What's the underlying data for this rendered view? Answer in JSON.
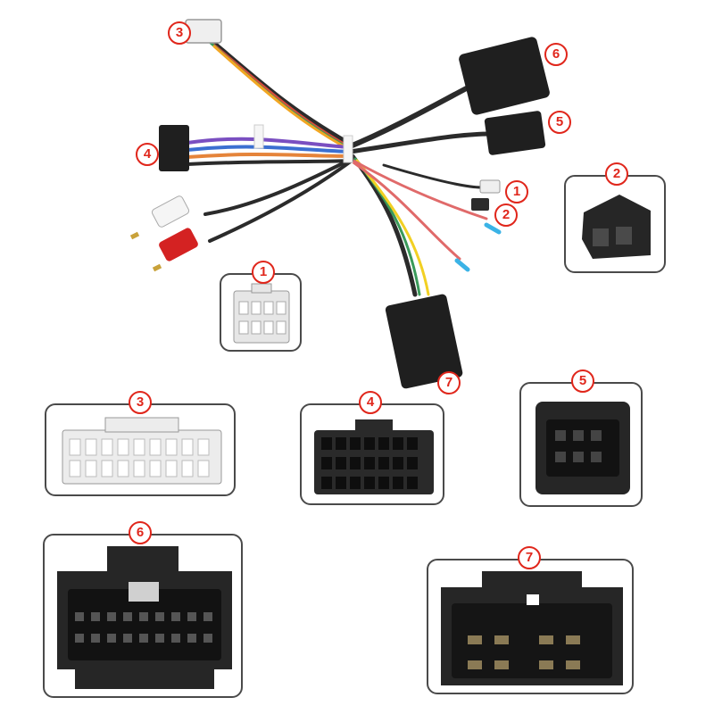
{
  "labels": {
    "c1": "1",
    "c2": "2",
    "c3": "3",
    "c4": "4",
    "c5": "5",
    "c6": "6",
    "c7": "7"
  },
  "colors": {
    "badge": "#e0261b",
    "connector_black": "#1f1f1f",
    "connector_white": "#efefef",
    "box_border": "#4a4a4a"
  }
}
